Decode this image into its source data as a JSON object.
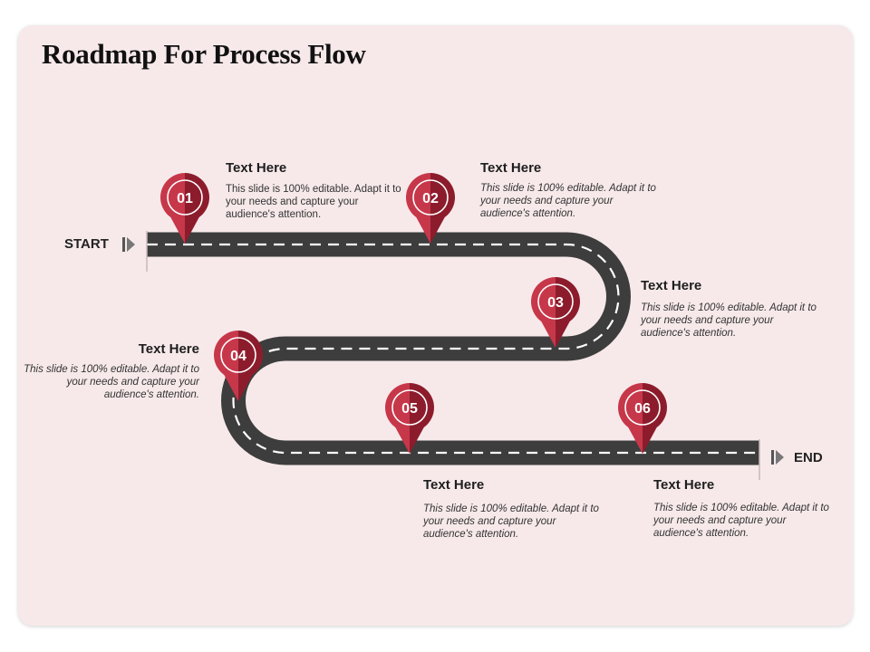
{
  "slide": {
    "title": "Roadmap For Process Flow"
  },
  "road": {
    "start_label": "START",
    "end_label": "END",
    "road_color": "#3d3d3d",
    "dash_color": "#ffffff"
  },
  "pin_colors": {
    "light": "#c7374a",
    "dark": "#8c1c2c",
    "ring": "#ffffff"
  },
  "steps": [
    {
      "number": "01",
      "title": "Text Here",
      "description": "This slide is 100% editable. Adapt it to your needs and capture your audience's attention."
    },
    {
      "number": "02",
      "title": "Text Here",
      "description": "This slide is 100% editable. Adapt it to your needs and capture your audience's attention."
    },
    {
      "number": "03",
      "title": "Text Here",
      "description": "This slide is 100% editable. Adapt it to your needs and capture your audience's attention."
    },
    {
      "number": "04",
      "title": "Text Here",
      "description": "This slide is 100% editable. Adapt it to your needs and capture your audience's attention."
    },
    {
      "number": "05",
      "title": "Text Here",
      "description": "This slide is 100% editable. Adapt it to your needs and capture your audience's attention."
    },
    {
      "number": "06",
      "title": "Text Here",
      "description": "This slide is 100% editable. Adapt it to your needs and capture your audience's attention."
    }
  ]
}
